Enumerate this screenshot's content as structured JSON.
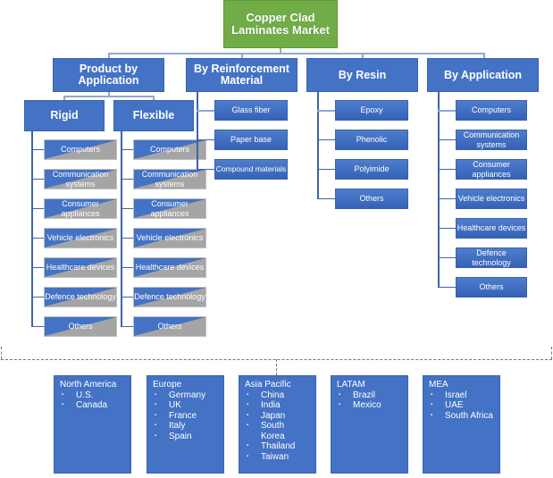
{
  "root": {
    "title": "Copper Clad Laminates Market"
  },
  "categories": [
    {
      "label": "Product by Application",
      "subgroups": [
        {
          "label": "Rigid",
          "items": [
            "Computers",
            "Communication systems",
            "Consumer appliances",
            "Vehicle electronics",
            "Healthcare devices",
            "Defence technology",
            "Others"
          ]
        },
        {
          "label": "Flexible",
          "items": [
            "Computers",
            "Communication systems",
            "Consumer appliances",
            "Vehicle electronics",
            "Healthcare devices",
            "Defence technology",
            "Others"
          ]
        }
      ]
    },
    {
      "label": "By Reinforcement Material",
      "items": [
        "Glass fiber",
        "Paper base",
        "Compound materials"
      ]
    },
    {
      "label": "By Resin",
      "items": [
        "Epoxy",
        "Phenolic",
        "Polyimide",
        "Others"
      ]
    },
    {
      "label": "By Application",
      "items": [
        "Computers",
        "Communication systems",
        "Consumer appliances",
        "Vehicle electronics",
        "Healthcare devices",
        "Defence technology",
        "Others"
      ]
    }
  ],
  "regions": [
    {
      "label": "North America",
      "countries": [
        "U.S.",
        "Canada"
      ]
    },
    {
      "label": "Europe",
      "countries": [
        "Germany",
        "UK",
        "France",
        "Italy",
        "Spain"
      ]
    },
    {
      "label": "Asia Pacific",
      "countries": [
        "China",
        "India",
        "Japan",
        "South Korea",
        "Thailand",
        "Taiwan"
      ]
    },
    {
      "label": "LATAM",
      "countries": [
        "Brazil",
        "Mexico"
      ]
    },
    {
      "label": "MEA",
      "countries": [
        "Israel",
        "UAE",
        "South Africa"
      ]
    }
  ],
  "colors": {
    "root": "#70ad47",
    "category": "#4472c4",
    "leaf_split_gray": "#a5a5a5",
    "connector": "#8ea9d4"
  }
}
